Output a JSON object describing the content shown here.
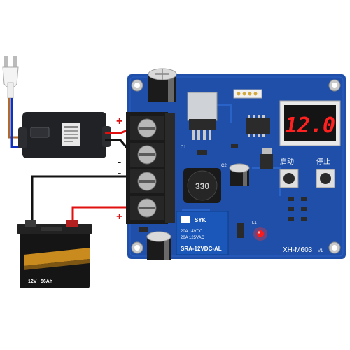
{
  "display": {
    "value": "12.0"
  },
  "board": {
    "model": "XH-M603",
    "version": "V1",
    "start_label": "启动",
    "stop_label": "停止",
    "cap_label_1": "C1",
    "cap_label_2": "C2",
    "led_label_1": "L1"
  },
  "inductor": {
    "label": "330"
  },
  "relay": {
    "brand": "SYK",
    "spec_1": "20A 14VDC",
    "spec_2": "20A 125VAC",
    "model": "SRA-12VDC-AL"
  },
  "battery": {
    "voltage": "12V",
    "capacity": "56Ah"
  },
  "terminal_signs": {
    "plus_top": "+",
    "minus_top": "-",
    "minus_bottom": "-",
    "plus_bottom": "+"
  },
  "colors": {
    "pcb": "#1f4fa8",
    "pcb_dark": "#153a80",
    "display_digits": "#ff2020",
    "wire_red": "#e01010",
    "wire_black": "#111111",
    "wire_blue": "#1030c0"
  }
}
